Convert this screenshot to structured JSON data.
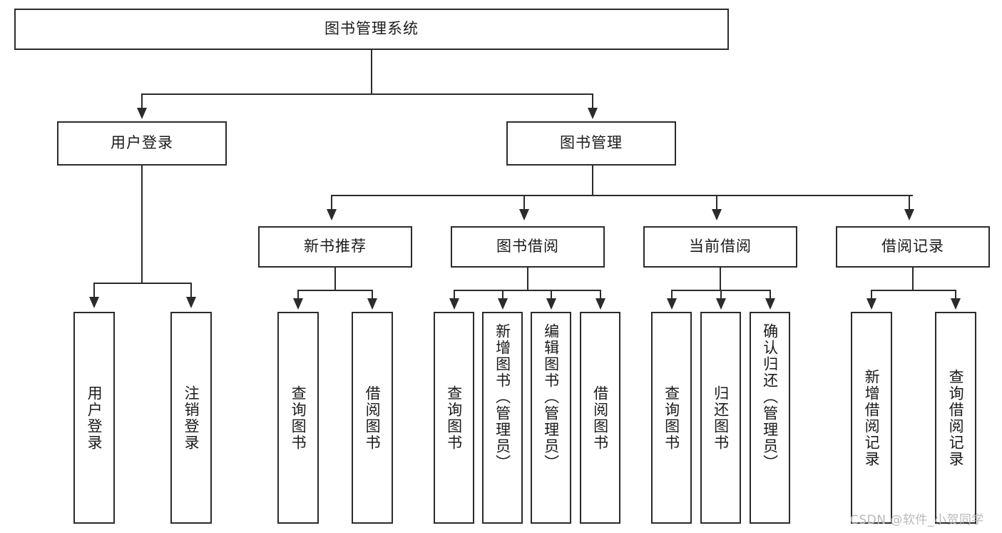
{
  "diagram": {
    "type": "tree-hierarchy",
    "title": "图书管理系统",
    "root": {
      "id": "root",
      "label": "图书管理系统"
    },
    "level2": [
      {
        "id": "user-login",
        "label": "用户登录"
      },
      {
        "id": "book-management",
        "label": "图书管理"
      }
    ],
    "level3": [
      {
        "id": "new-book-recommend",
        "label": "新书推荐"
      },
      {
        "id": "book-borrow",
        "label": "图书借阅"
      },
      {
        "id": "current-borrow",
        "label": "当前借阅"
      },
      {
        "id": "borrow-record",
        "label": "借阅记录"
      }
    ],
    "leaves": {
      "user_login": [
        {
          "id": "leaf-user-login",
          "label": "用户登录"
        },
        {
          "id": "leaf-logout-login",
          "label": "注销登录"
        }
      ],
      "new_book_recommend": [
        {
          "id": "leaf-query-book-1",
          "label": "查询图书"
        },
        {
          "id": "leaf-borrow-book-1",
          "label": "借阅图书"
        }
      ],
      "book_borrow": [
        {
          "id": "leaf-query-book-2",
          "label": "查询图书"
        },
        {
          "id": "leaf-add-book",
          "label": "新增图书（管理员）"
        },
        {
          "id": "leaf-edit-book",
          "label": "编辑图书（管理员）"
        },
        {
          "id": "leaf-borrow-book-2",
          "label": "借阅图书"
        }
      ],
      "current_borrow": [
        {
          "id": "leaf-query-book-3",
          "label": "查询图书"
        },
        {
          "id": "leaf-return-book",
          "label": "归还图书"
        },
        {
          "id": "leaf-confirm-return",
          "label": "确认归还（管理员）"
        }
      ],
      "borrow_record": [
        {
          "id": "leaf-add-record",
          "label": "新增借阅记录"
        },
        {
          "id": "leaf-query-record",
          "label": "查询借阅记录"
        }
      ]
    }
  },
  "watermark": {
    "text": "CSDN @软件_小贺同学"
  },
  "colors": {
    "stroke": "#2b2b2b",
    "text": "#1a1a1a",
    "background": "#ffffff",
    "watermark": "#b9b9b9"
  }
}
